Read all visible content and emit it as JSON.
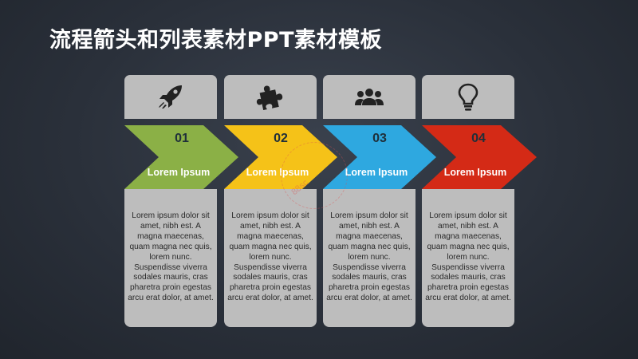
{
  "title": "流程箭头和列表素材PPT素材模板",
  "steps": [
    {
      "number": "01",
      "label": "Lorem Ipsum",
      "icon": "rocket-icon",
      "color": "#8bb046",
      "text": "Lorem ipsum dolor sit amet, nibh est. A magna maecenas, quam magna nec quis, lorem nunc. Suspendisse viverra sodales mauris, cras pharetra proin egestas arcu erat dolor, at amet."
    },
    {
      "number": "02",
      "label": "Lorem Ipsum",
      "icon": "puzzle-icon",
      "color": "#f5c218",
      "text": "Lorem ipsum dolor sit amet, nibh est. A magna maecenas, quam magna nec quis, lorem nunc. Suspendisse viverra sodales mauris, cras pharetra proin egestas arcu erat dolor, at amet."
    },
    {
      "number": "03",
      "label": "Lorem Ipsum",
      "icon": "people-icon",
      "color": "#2ea8e0",
      "text": "Lorem ipsum dolor sit amet, nibh est. A magna maecenas, quam magna nec quis, lorem nunc. Suspendisse viverra sodales mauris, cras pharetra proin egestas arcu erat dolor, at amet."
    },
    {
      "number": "04",
      "label": "Lorem Ipsum",
      "icon": "lightbulb-icon",
      "color": "#d42a16",
      "text": "Lorem ipsum dolor sit amet, nibh est. A magna maecenas, quam magna nec quis, lorem nunc. Suspendisse viverra sodales mauris, cras pharetra proin egestas arcu erat dolor, at amet."
    }
  ],
  "watermark": "88sc"
}
